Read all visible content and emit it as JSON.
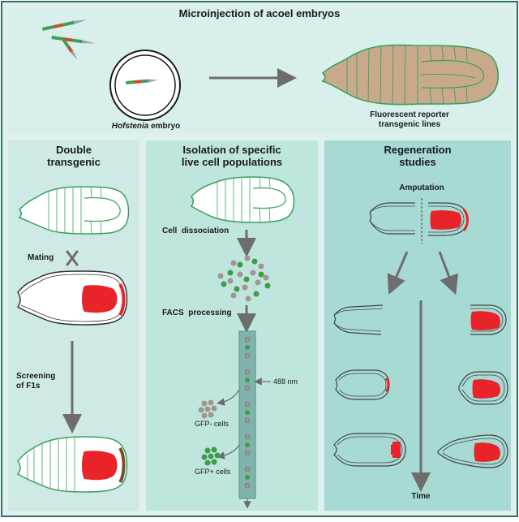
{
  "top_panel": {
    "title": "Microinjection of acoel embryos",
    "embryo_label_italic": "Hofstenia",
    "embryo_label_rest": " embryo",
    "reporter_label_line1": "Fluorescent reporter",
    "reporter_label_line2": "transgenic lines"
  },
  "left_panel": {
    "title_line1": "Double",
    "title_line2": "transgenic",
    "mating": "Mating",
    "cross_symbol": "X",
    "screening_line1": "Screening",
    "screening_line2": "of F1s"
  },
  "middle_panel": {
    "title_line1": "Isolation of specific",
    "title_line2": "live cell populations",
    "dissociation": "Cell  dissociation",
    "facs": "FACS  processing",
    "laser": "488 nm",
    "gfp_neg": "GFP- cells",
    "gfp_pos": "GFP+ cells"
  },
  "right_panel": {
    "title_line1": "Regeneration",
    "title_line2": "studies",
    "amputation": "Amputation",
    "time": "Time"
  },
  "colors": {
    "outer_bg": "#dff1ef",
    "panel_light": "#d7eeeb",
    "panel_mid": "#b9e3dd",
    "panel_dark": "#9fd6cf",
    "worm_green": "#3aa15a",
    "worm_fill": "#c9a98c",
    "red": "#e8242a",
    "arrow": "#6d6d6d",
    "gfp_green": "#3f9c48",
    "gfp_grey": "#a3958d"
  }
}
